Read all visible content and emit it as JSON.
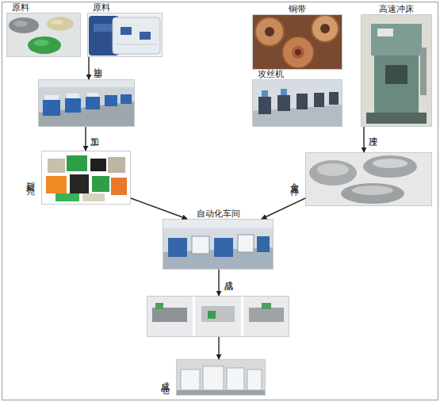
{
  "diagram": {
    "nodes": [
      {
        "text": [
          "原料"
        ]
      },
      {
        "text": [
          "原料"
        ]
      },
      {
        "text": [
          "铜带"
        ]
      },
      {
        "text": [
          "高速冲床"
        ]
      },
      {
        "text": []
      },
      {
        "text": [
          "攻丝机"
        ]
      },
      {
        "text": [
          "塑料壳"
        ]
      },
      {
        "text": [
          "金属件"
        ]
      },
      {
        "text": [
          "自动化车间"
        ]
      },
      {
        "text": []
      },
      {
        "text": [
          "成品仓"
        ]
      }
    ],
    "edges": [
      {
        "from": 1,
        "to": 4,
        "arrow": "to",
        "label": "注塑"
      },
      {
        "from": 4,
        "to": 6,
        "arrow": "to",
        "label": "加工"
      },
      {
        "from": 3,
        "to": 7,
        "arrow": "to",
        "label": "冲压"
      },
      {
        "from": 6,
        "to": 8,
        "arrow": "to"
      },
      {
        "from": 7,
        "to": 8,
        "arrow": "to"
      },
      {
        "from": 8,
        "to": 9,
        "arrow": "to",
        "label": "成品"
      },
      {
        "from": 9,
        "to": 10,
        "arrow": "to"
      }
    ]
  }
}
